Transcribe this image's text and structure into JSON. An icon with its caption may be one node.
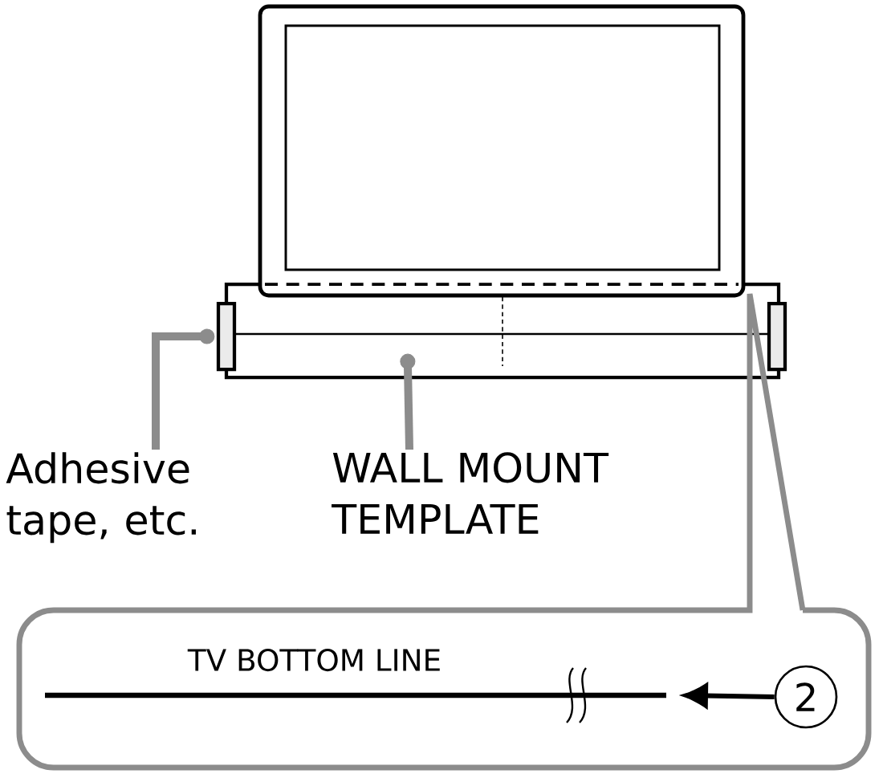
{
  "diagram": {
    "nodes": [
      {
        "text": [],
        "shape": "box"
      },
      {
        "text": [],
        "shape": "box"
      },
      {
        "text": [],
        "shape": "box"
      },
      {
        "text": [
          "Adhesive tape, etc."
        ]
      },
      {
        "text": [
          "WALL MOUNT TEMPLATE"
        ]
      },
      {
        "text": [
          "TV BOTTOM LINE"
        ]
      },
      {
        "text": [
          "2"
        ],
        "in": 5
      }
    ],
    "edges": [
      {
        "from": 3,
        "to": 1,
        "arrow": "other",
        "color": "#8c8c8c"
      },
      {
        "from": 4,
        "to": 0,
        "arrow": "other",
        "color": "#8c8c8c"
      },
      {
        "from": 6,
        "to": null,
        "arrow": "to",
        "color": "#000000"
      }
    ]
  }
}
